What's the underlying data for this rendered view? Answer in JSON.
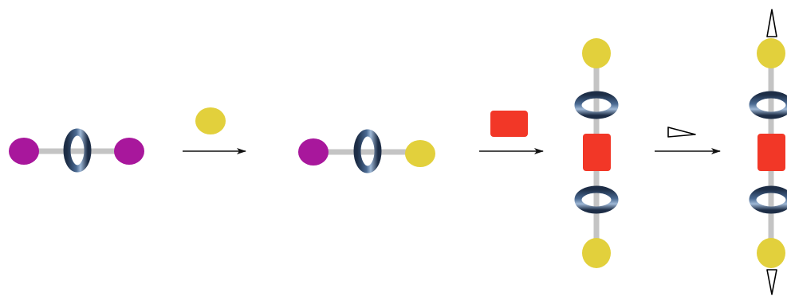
{
  "colors": {
    "axle": "#c4c4c4",
    "stopper_purple": "#a8179c",
    "stopper_yellow": "#e2d03c",
    "block_red": "#f23727",
    "ring_dark": "#1d2d46",
    "ring_mid": "#4a6a93",
    "ring_light": "#9fb8d6",
    "arrow": "#111111",
    "wedge_fill": "#ffffff",
    "wedge_stroke": "#000000"
  },
  "diagram": {
    "stages": [
      {
        "name": "rotaxane-purple-stoppers",
        "components": [
          "axle",
          "ring",
          "purple-stopper",
          "purple-stopper"
        ]
      },
      {
        "name": "rotaxane-mixed-stoppers",
        "components": [
          "axle",
          "ring",
          "purple-stopper",
          "yellow-stopper"
        ]
      },
      {
        "name": "dimer-with-red-core",
        "components": [
          "axle",
          "ring",
          "ring",
          "red-core",
          "yellow-stopper",
          "yellow-stopper"
        ]
      },
      {
        "name": "dimer-with-wedge-caps",
        "components": [
          "axle",
          "ring",
          "ring",
          "red-core",
          "yellow-stopper",
          "yellow-stopper",
          "wedge",
          "wedge"
        ]
      }
    ],
    "arrows": [
      {
        "name": "step-1",
        "reagent": "yellow-stopper"
      },
      {
        "name": "step-2",
        "reagent": "red-block"
      },
      {
        "name": "step-3",
        "reagent": "wedge"
      }
    ]
  }
}
